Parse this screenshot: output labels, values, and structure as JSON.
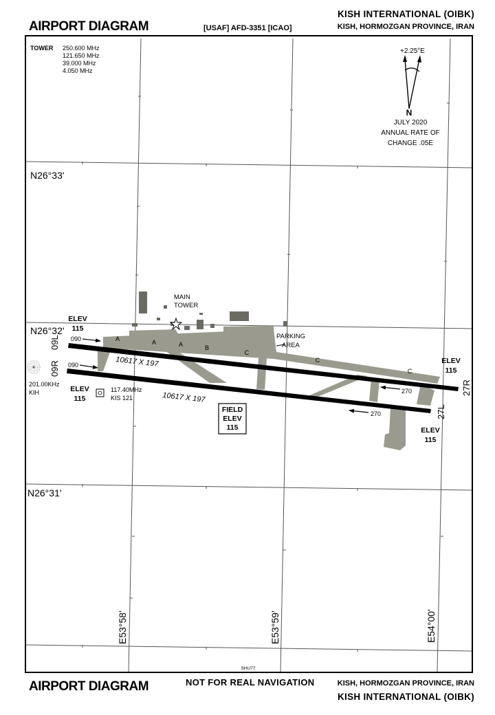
{
  "header": {
    "title_left": "AIRPORT DIAGRAM",
    "doc_id": "[USAF] AFD-3351 [ICAO]",
    "airport_name": "KISH INTERNATIONAL (OIBK)",
    "location": "KISH, HORMOZGAN PROVINCE, IRAN"
  },
  "footer": {
    "title_left": "AIRPORT DIAGRAM",
    "notice": "NOT FOR REAL NAVIGATION",
    "location": "KISH, HORMOZGAN PROVINCE, IRAN",
    "airport_name": "KISH INTERNATIONAL (OIBK)",
    "chart_code": "SHU77"
  },
  "frequencies": {
    "label": "TOWER",
    "values": [
      "250.600 MHz",
      "121.650 MHz",
      "39.000 MHz",
      "4.050 MHz"
    ]
  },
  "magnetic": {
    "variation": "+2.25°E",
    "north": "N",
    "date": "JULY 2020",
    "rate_line1": "ANNUAL RATE OF",
    "rate_line2": "CHANGE .05E"
  },
  "grid": {
    "latitudes": [
      "N26°33'",
      "N26°32'",
      "N26°31'"
    ],
    "longitudes": [
      "E53°58'",
      "E53°59'",
      "E54°00'"
    ]
  },
  "runways": {
    "north": {
      "id_west": "09L",
      "id_east": "27R",
      "dimensions": "10617 X 197",
      "heading_west": "090",
      "heading_east": "270"
    },
    "south": {
      "id_west": "09R",
      "id_east": "27L",
      "dimensions": "10617 X 197",
      "heading_west": "090",
      "heading_east": "270"
    }
  },
  "elevations": {
    "label": "ELEV",
    "nw": "115",
    "ne": "115",
    "sw": "115",
    "se": "115",
    "field_line1": "FIELD",
    "field_line2": "ELEV",
    "field_value": "115"
  },
  "taxiways": [
    "A",
    "A",
    "A",
    "B",
    "C",
    "C",
    "C"
  ],
  "labels": {
    "tower_line1": "MAIN",
    "tower_line2": "TOWER",
    "parking_line1": "PARKING",
    "parking_line2": "AREA"
  },
  "navaids": {
    "ndb_freq": "201.00KHz",
    "ndb_id": "KIH",
    "vor_freq": "117.40MHz",
    "vor_id": "KIS 121"
  },
  "colors": {
    "pavement": "#9a9a8e",
    "runway": "#000000",
    "grid": "#555555",
    "building": "#6b6b63"
  }
}
